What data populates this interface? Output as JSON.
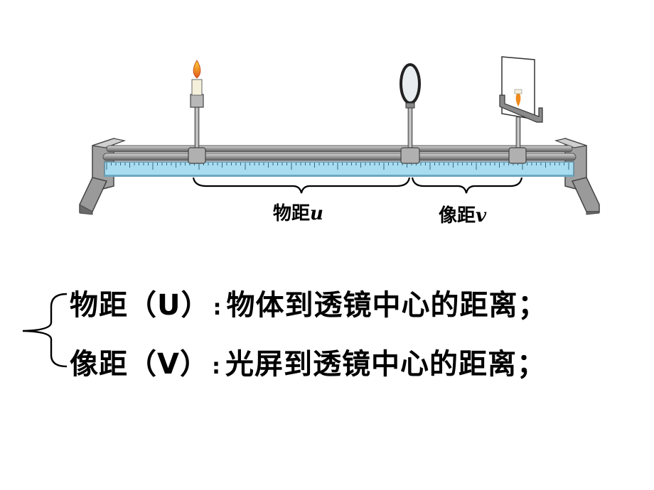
{
  "diagram": {
    "labels": {
      "object_distance_prefix": "物距",
      "object_distance_var": "u",
      "image_distance_prefix": "像距",
      "image_distance_var": "v"
    }
  },
  "definitions": [
    {
      "term": "物距（U）",
      "colon": ":",
      "text": "物体到透镜中心的距离；"
    },
    {
      "term": "像距（V）",
      "colon": ":",
      "text": "光屏到透镜中心的距离；"
    }
  ],
  "colors": {
    "ruler": "#a8dcf0",
    "rail": "#8a8a8a",
    "flame": "#f08a1c",
    "text": "#000000"
  }
}
